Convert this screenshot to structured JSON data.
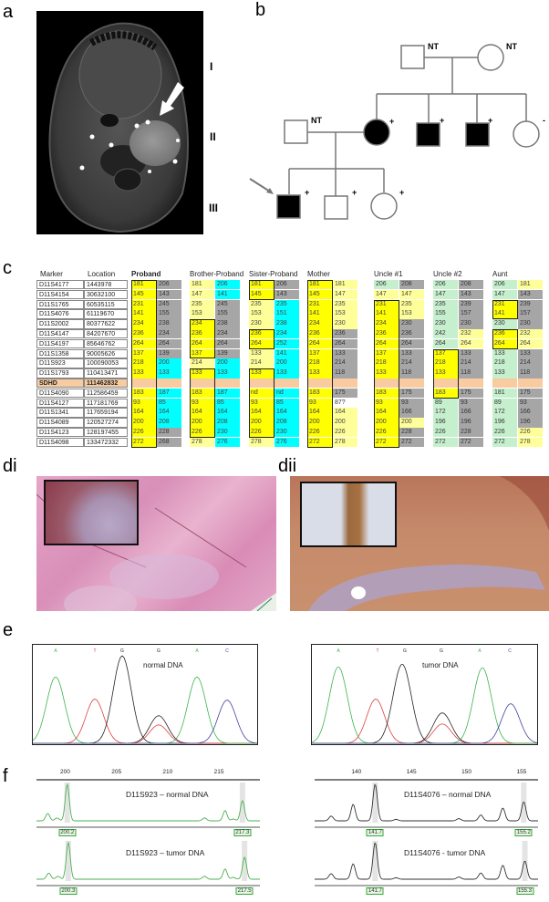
{
  "panels": {
    "a": "a",
    "b": "b",
    "c": "c",
    "di": "di",
    "dii": "dii",
    "e": "e",
    "f": "f"
  },
  "pedigree": {
    "generations": [
      "I",
      "II",
      "III"
    ],
    "individuals": [
      {
        "id": "I-1",
        "sex": "male",
        "affected": false,
        "status": "NT"
      },
      {
        "id": "I-2",
        "sex": "female",
        "affected": false,
        "status": "NT"
      },
      {
        "id": "II-1",
        "sex": "male",
        "affected": false,
        "status": "NT"
      },
      {
        "id": "II-2",
        "sex": "female",
        "affected": true,
        "status": "+"
      },
      {
        "id": "II-3",
        "sex": "male",
        "affected": true,
        "status": "+"
      },
      {
        "id": "II-4",
        "sex": "male",
        "affected": true,
        "status": "+"
      },
      {
        "id": "II-5",
        "sex": "female",
        "affected": false,
        "status": "-"
      },
      {
        "id": "III-1",
        "sex": "male",
        "affected": true,
        "status": "+",
        "proband": true
      },
      {
        "id": "III-2",
        "sex": "male",
        "affected": false,
        "status": "+"
      },
      {
        "id": "III-3",
        "sex": "female",
        "affected": false,
        "status": "+"
      }
    ]
  },
  "haplotype_table": {
    "headers": {
      "marker": "Marker",
      "location": "Location"
    },
    "markers": [
      {
        "name": "D11S4177",
        "loc": "1443978"
      },
      {
        "name": "D11S4154",
        "loc": "30632100"
      },
      {
        "name": "D11S1765",
        "loc": "60535115"
      },
      {
        "name": "D11S4076",
        "loc": "61119670"
      },
      {
        "name": "D11S2002",
        "loc": "80377622"
      },
      {
        "name": "D11S4147",
        "loc": "84207670"
      },
      {
        "name": "D11S4197",
        "loc": "85646762"
      },
      {
        "name": "D11S1358",
        "loc": "90005626"
      },
      {
        "name": "D11S923",
        "loc": "100090053"
      },
      {
        "name": "D11S1793",
        "loc": "110413471"
      },
      {
        "name": "SDHD",
        "loc": "111462832"
      },
      {
        "name": "D11S4090",
        "loc": "112586459"
      },
      {
        "name": "D11S4127",
        "loc": "117181769"
      },
      {
        "name": "D11S1341",
        "loc": "117659194"
      },
      {
        "name": "D11S4089",
        "loc": "120527274"
      },
      {
        "name": "D11S4123",
        "loc": "128197455"
      },
      {
        "name": "D11S4098",
        "loc": "133472332"
      }
    ],
    "individuals": [
      {
        "name": "Proband",
        "a1": [
          "181",
          "145",
          "231",
          "141",
          "234",
          "236",
          "264",
          "137",
          "218",
          "133",
          "",
          "183",
          "93",
          "164",
          "200",
          "226",
          "272"
        ],
        "c1": [
          "y",
          "y",
          "y",
          "y",
          "y",
          "y",
          "y",
          "y",
          "y",
          "y",
          "s",
          "y",
          "y",
          "y",
          "y",
          "y",
          "y"
        ],
        "a2": [
          "206",
          "143",
          "245",
          "155",
          "238",
          "234",
          "264",
          "139",
          "200",
          "133",
          "",
          "187",
          "85",
          "164",
          "208",
          "228",
          "268"
        ],
        "c2": [
          "gr",
          "gr",
          "gr",
          "gr",
          "gr",
          "gr",
          "gr",
          "gr",
          "cy",
          "cy",
          "s",
          "cy",
          "cy",
          "cy",
          "cy",
          "gr",
          "gr"
        ],
        "boxes": [
          [
            0,
            16
          ]
        ]
      },
      {
        "name": "Brother-Proband",
        "a1": [
          "181",
          "147",
          "235",
          "153",
          "234",
          "236",
          "264",
          "137",
          "214",
          "133",
          "",
          "183",
          "93",
          "164",
          "200",
          "226",
          "278"
        ],
        "c1": [
          "ly",
          "ly",
          "ly",
          "ly",
          "y",
          "y",
          "y",
          "y",
          "ly",
          "y",
          "s",
          "y",
          "y",
          "y",
          "y",
          "y",
          "ly"
        ],
        "a2": [
          "206",
          "141",
          "245",
          "155",
          "238",
          "234",
          "264",
          "139",
          "200",
          "133",
          "",
          "187",
          "85",
          "164",
          "208",
          "230",
          "276"
        ],
        "c2": [
          "cy",
          "cy",
          "gr",
          "gr",
          "gr",
          "gr",
          "gr",
          "gr",
          "cy",
          "cy",
          "s",
          "cy",
          "cy",
          "cy",
          "cy",
          "cy",
          "cy"
        ],
        "boxes": [
          [
            4,
            7
          ],
          [
            9,
            15
          ]
        ]
      },
      {
        "name": "Sister-Proband",
        "a1": [
          "181",
          "145",
          "235",
          "153",
          "230",
          "236",
          "264",
          "133",
          "214",
          "133",
          "",
          "nd",
          "93",
          "164",
          "200",
          "226",
          "278"
        ],
        "c1": [
          "y",
          "y",
          "ly",
          "ly",
          "ly",
          "y",
          "y",
          "ly",
          "ly",
          "y",
          "s",
          "y",
          "y",
          "y",
          "y",
          "y",
          "ly"
        ],
        "a2": [
          "206",
          "143",
          "235",
          "151",
          "238",
          "234",
          "252",
          "141",
          "200",
          "133",
          "",
          "nd",
          "85",
          "164",
          "208",
          "230",
          "276"
        ],
        "c2": [
          "gr",
          "gr",
          "cy",
          "cy",
          "cy",
          "cy",
          "cy",
          "cy",
          "cy",
          "cy",
          "s",
          "cy",
          "cy",
          "cy",
          "cy",
          "cy",
          "cy"
        ],
        "boxes": [
          [
            0,
            1
          ],
          [
            5,
            6
          ],
          [
            9,
            15
          ]
        ]
      },
      {
        "name": "Mother",
        "a1": [
          "181",
          "145",
          "231",
          "141",
          "234",
          "236",
          "264",
          "137",
          "218",
          "133",
          "",
          "183",
          "93",
          "164",
          "200",
          "226",
          "272"
        ],
        "c1": [
          "y",
          "y",
          "y",
          "y",
          "y",
          "y",
          "y",
          "y",
          "y",
          "y",
          "s",
          "y",
          "y",
          "y",
          "y",
          "y",
          "y"
        ],
        "a2": [
          "181",
          "147",
          "235",
          "153",
          "230",
          "236",
          "264",
          "133",
          "214",
          "118",
          "",
          "175",
          "87?",
          "164",
          "200",
          "226",
          "278"
        ],
        "c2": [
          "ly",
          "ly",
          "ly",
          "ly",
          "ly",
          "gr",
          "gr",
          "gr",
          "gr",
          "gr",
          "s",
          "gr",
          "wh",
          "ly",
          "ly",
          "ly",
          "ly"
        ],
        "boxes": [
          [
            0,
            16
          ]
        ]
      },
      {
        "name": "Uncle #1",
        "a1": [
          "206",
          "147",
          "231",
          "141",
          "234",
          "236",
          "264",
          "137",
          "218",
          "133",
          "",
          "183",
          "93",
          "164",
          "200",
          "226",
          "272"
        ],
        "c1": [
          "lg",
          "ly",
          "y",
          "y",
          "y",
          "y",
          "y",
          "y",
          "y",
          "y",
          "s",
          "y",
          "y",
          "y",
          "y",
          "y",
          "y"
        ],
        "a2": [
          "208",
          "147",
          "235",
          "153",
          "230",
          "236",
          "264",
          "133",
          "214",
          "118",
          "",
          "175",
          "93",
          "166",
          "200",
          "228",
          "272"
        ],
        "c2": [
          "gr",
          "ly",
          "ly",
          "ly",
          "gr",
          "gr",
          "gr",
          "gr",
          "gr",
          "gr",
          "s",
          "gr",
          "gr",
          "gr",
          "ly",
          "gr",
          "gr"
        ],
        "boxes": [
          [
            2,
            16
          ]
        ]
      },
      {
        "name": "Uncle #2",
        "a1": [
          "206",
          "147",
          "235",
          "155",
          "230",
          "242",
          "264",
          "137",
          "218",
          "133",
          "",
          "183",
          "89",
          "172",
          "196",
          "226",
          "272"
        ],
        "c1": [
          "lg",
          "lg",
          "lg",
          "lg",
          "lg",
          "lg",
          "lg",
          "y",
          "y",
          "y",
          "s",
          "y",
          "lg",
          "lg",
          "lg",
          "lg",
          "lg"
        ],
        "a2": [
          "208",
          "143",
          "239",
          "157",
          "230",
          "232",
          "264",
          "133",
          "214",
          "118",
          "",
          "175",
          "93",
          "166",
          "196",
          "228",
          "272"
        ],
        "c2": [
          "gr",
          "gr",
          "gr",
          "gr",
          "gr",
          "ly",
          "ly",
          "gr",
          "gr",
          "gr",
          "s",
          "gr",
          "gr",
          "gr",
          "gr",
          "gr",
          "gr"
        ],
        "boxes": [
          [
            7,
            11
          ]
        ]
      },
      {
        "name": "Aunt",
        "a1": [
          "206",
          "147",
          "231",
          "141",
          "230",
          "236",
          "264",
          "133",
          "218",
          "133",
          "",
          "181",
          "89",
          "172",
          "196",
          "226",
          "272"
        ],
        "c1": [
          "lg",
          "lg",
          "y",
          "y",
          "lg",
          "y",
          "y",
          "lg",
          "lg",
          "lg",
          "s",
          "lg",
          "lg",
          "lg",
          "lg",
          "lg",
          "lg"
        ],
        "a2": [
          "181",
          "143",
          "239",
          "157",
          "230",
          "232",
          "264",
          "133",
          "214",
          "118",
          "",
          "175",
          "93",
          "166",
          "196",
          "226",
          "278"
        ],
        "c2": [
          "ly",
          "gr",
          "gr",
          "gr",
          "gr",
          "ly",
          "ly",
          "gr",
          "gr",
          "gr",
          "s",
          "gr",
          "gr",
          "gr",
          "gr",
          "ly",
          "ly"
        ],
        "boxes": [
          [
            2,
            3
          ],
          [
            5,
            6
          ]
        ]
      }
    ]
  },
  "colors": {
    "y": "#ffff00",
    "ly": "#ffff99",
    "cy": "#00ffff",
    "gr": "#a6a6a6",
    "lg": "#c6efce",
    "wh": "#ffffff",
    "s": "#f8cba0",
    "seq_A": "#3cb44b",
    "seq_T": "#e04040",
    "seq_G": "#222222",
    "seq_C": "#4040a0",
    "frag_green": "#4caf50",
    "frag_black": "#333333"
  },
  "chromatograms": [
    {
      "title": "normal DNA",
      "bases": [
        "A",
        "T",
        "G",
        "G",
        "A",
        "C"
      ]
    },
    {
      "title": "tumor DNA",
      "bases": [
        "A",
        "T",
        "G",
        "G",
        "A",
        "C"
      ]
    }
  ],
  "chart_data": [
    {
      "type": "line",
      "title": "D11S923 – normal DNA",
      "x_ticks": [
        200,
        205,
        210,
        215
      ],
      "xlim": [
        197.2,
        219
      ],
      "peaks": [
        {
          "x": 198.3,
          "h": 0.2
        },
        {
          "x": 199.2,
          "h": 0.08
        },
        {
          "x": 200.2,
          "h": 1.0
        },
        {
          "x": 213.6,
          "h": 0.08
        },
        {
          "x": 215.6,
          "h": 0.28
        },
        {
          "x": 216.4,
          "h": 0.05
        },
        {
          "x": 217.3,
          "h": 0.55
        }
      ],
      "labels": [
        "200.2",
        "217.3"
      ],
      "color": "green"
    },
    {
      "type": "line",
      "title": "D11S923 – tumor DNA",
      "x_ticks": [
        200,
        205,
        210,
        215
      ],
      "xlim": [
        197.2,
        219
      ],
      "peaks": [
        {
          "x": 198.4,
          "h": 0.17
        },
        {
          "x": 199.3,
          "h": 0.08
        },
        {
          "x": 200.3,
          "h": 1.0
        },
        {
          "x": 213.6,
          "h": 0.08
        },
        {
          "x": 215.6,
          "h": 0.28
        },
        {
          "x": 216.4,
          "h": 0.05
        },
        {
          "x": 217.5,
          "h": 0.6
        }
      ],
      "labels": [
        "200.3",
        "217.5"
      ],
      "color": "green"
    },
    {
      "type": "line",
      "title": "D11S4076 – normal DNA",
      "x_ticks": [
        140,
        145,
        150,
        155
      ],
      "xlim": [
        136.2,
        156.5
      ],
      "peaks": [
        {
          "x": 137.7,
          "h": 0.13
        },
        {
          "x": 139.7,
          "h": 0.45
        },
        {
          "x": 141.7,
          "h": 1.0
        },
        {
          "x": 143.6,
          "h": 0.04
        },
        {
          "x": 149.3,
          "h": 0.06
        },
        {
          "x": 151.3,
          "h": 0.16
        },
        {
          "x": 153.3,
          "h": 0.35
        },
        {
          "x": 155.2,
          "h": 0.52
        }
      ],
      "labels": [
        "141.7",
        "155.2"
      ],
      "color": "black"
    },
    {
      "type": "line",
      "title": "D11S4076 - tumor DNA",
      "x_ticks": [
        140,
        145,
        150,
        155
      ],
      "xlim": [
        136.2,
        156.5
      ],
      "peaks": [
        {
          "x": 137.7,
          "h": 0.15
        },
        {
          "x": 139.7,
          "h": 0.42
        },
        {
          "x": 141.7,
          "h": 1.0
        },
        {
          "x": 143.6,
          "h": 0.04
        },
        {
          "x": 149.3,
          "h": 0.06
        },
        {
          "x": 151.3,
          "h": 0.17
        },
        {
          "x": 153.3,
          "h": 0.38
        },
        {
          "x": 155.3,
          "h": 0.5
        }
      ],
      "labels": [
        "141.7",
        "155.3"
      ],
      "color": "black"
    }
  ]
}
